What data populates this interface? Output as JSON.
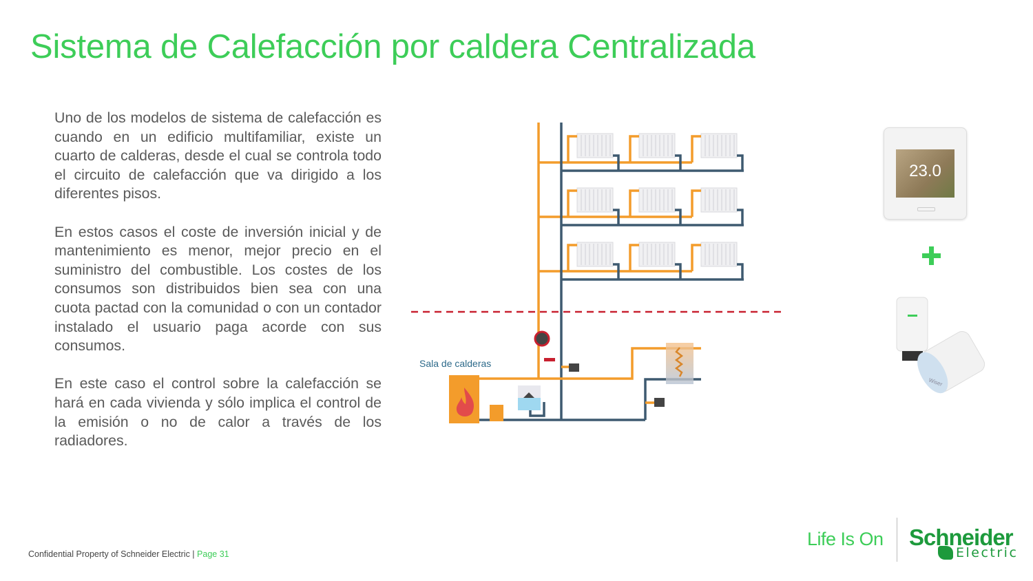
{
  "title": "Sistema de Calefacción por caldera Centralizada",
  "paragraphs": [
    "Uno de los modelos de sistema de calefacción es cuando en un edificio multifamiliar, existe un cuarto de calderas, desde el cual se controla todo el circuito de calefacción que va dirigido a los diferentes pisos.",
    "En estos casos el coste de inversión inicial y de mantenimiento es menor, mejor precio en el suministro del combustible. Los costes de los consumos son distribuidos bien sea con una cuota pactad con la comunidad o con un contador instalado el usuario paga acorde con sus consumos.",
    "En este caso el control sobre la calefacción se hará en cada vivienda y sólo implica el control de la emisión o no de calor a través de los radiadores."
  ],
  "diagram": {
    "boiler_room_label": "Sala de calderas",
    "floors": 3,
    "radiators_per_floor": 3
  },
  "thermostat": {
    "temperature": "23.0"
  },
  "valve_brand": "Wiser",
  "footer": {
    "text": "Confidential Property of Schneider Electric | ",
    "page": "Page 31"
  },
  "branding": {
    "tagline": "Life Is On",
    "logo_line1": "Schneider",
    "logo_line2": "Electric"
  },
  "colors": {
    "accent": "#3dcd58",
    "hot_pipe": "#f39c2b",
    "cold_pipe": "#3e5a70",
    "divider": "#c8202f"
  }
}
